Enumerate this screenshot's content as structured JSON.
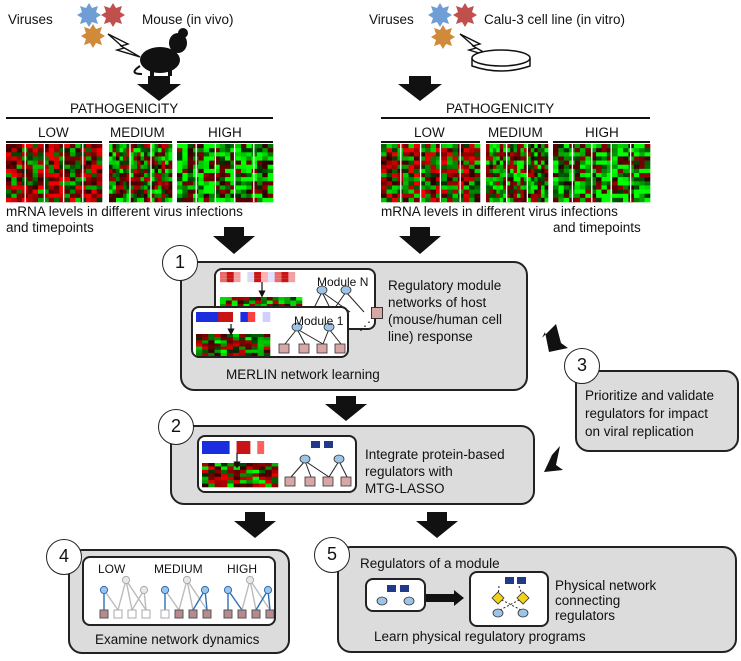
{
  "left_panel": {
    "viruses_label": "Viruses",
    "host_label": "Mouse (in vivo)",
    "pathogenicity_label": "PATHOGENICITY",
    "low_label": "LOW",
    "medium_label": "MEDIUM",
    "high_label": "HIGH",
    "caption_line1": "mRNA levels in different virus infections",
    "caption_line2": "and timepoints"
  },
  "right_panel": {
    "viruses_label": "Viruses",
    "host_label": "Calu-3 cell line (in vitro)",
    "pathogenicity_label": "PATHOGENICITY",
    "low_label": "LOW",
    "medium_label": "MEDIUM",
    "high_label": "HIGH",
    "caption_line1": "mRNA levels in different virus infections",
    "caption_line2": "and timepoints"
  },
  "step1": {
    "number": "1",
    "module_n_label": "Module N",
    "module_1_label": "Module 1",
    "description_lines": [
      "Regulatory module",
      "networks of host",
      "(mouse/human cell",
      "line) response"
    ],
    "footer": "MERLIN network learning"
  },
  "step2": {
    "number": "2",
    "description_lines": [
      "Integrate protein-based",
      "regulators with",
      "MTG-LASSO"
    ]
  },
  "step3": {
    "number": "3",
    "description_lines": [
      "Prioritize and validate",
      "regulators for impact",
      "on viral replication"
    ]
  },
  "step4": {
    "number": "4",
    "low_label": "LOW",
    "medium_label": "MEDIUM",
    "high_label": "HIGH",
    "footer": "Examine network dynamics"
  },
  "step5": {
    "number": "5",
    "header": "Regulators of a module",
    "physical_lines": [
      "Physical network",
      "connecting",
      "regulators"
    ],
    "footer": "Learn physical regulatory programs"
  },
  "colors": {
    "box_gray": "#dcdcdc",
    "heatmap_green": "#1fbf1f",
    "heatmap_red": "#c81414",
    "heatmap_blue": "#1a2ee0",
    "regulator_node": "#9dc3e6",
    "target_node": "#d9a6a6",
    "protein_square": "#1f3a8a",
    "diamond_yellow": "#f2d21b"
  },
  "icons": [
    "virus-icon",
    "lightning-icon",
    "mouse-icon",
    "petri-dish-icon",
    "down-arrow-icon"
  ]
}
